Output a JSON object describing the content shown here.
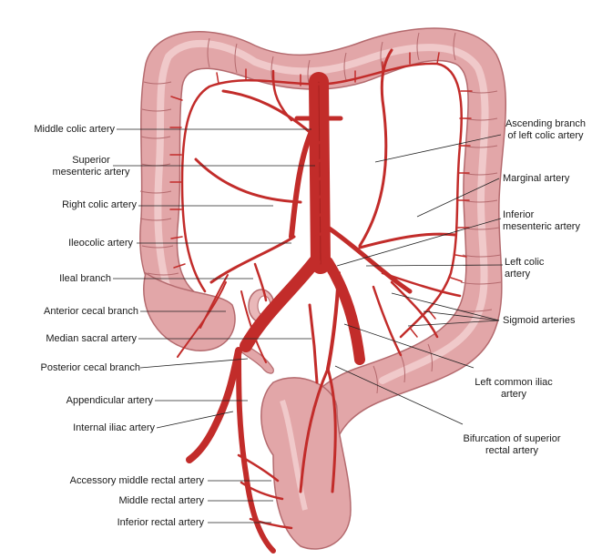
{
  "colors": {
    "colon_fill": "#e2a6a8",
    "colon_light": "#f0c9ca",
    "colon_outline": "#b46a6e",
    "artery": "#c22c2a",
    "artery_dark": "#8e1614",
    "leader_line": "#222222"
  },
  "labels_left": {
    "middle_colic": "Middle colic artery",
    "superior_mesenteric": "Superior\nmesenteric artery",
    "right_colic": "Right colic artery",
    "ileocolic": "Ileocolic artery",
    "ileal_branch": "Ileal branch",
    "anterior_cecal": "Anterior cecal branch",
    "median_sacral": "Median sacral artery",
    "posterior_cecal": "Posterior cecal branch",
    "appendicular": "Appendicular artery",
    "internal_iliac": "Internal iliac artery",
    "accessory_middle_rectal": "Accessory middle rectal artery",
    "middle_rectal": "Middle rectal artery",
    "inferior_rectal": "Inferior rectal artery"
  },
  "labels_right": {
    "ascending_left_colic": "Ascending branch\nof left colic artery",
    "marginal": "Marginal artery",
    "inferior_mesenteric": "Inferior\nmesenteric artery",
    "left_colic": "Left colic\nartery",
    "sigmoid": "Sigmoid arteries",
    "left_common_iliac": "Left common iliac\nartery",
    "bifurcation_superior_rectal": "Bifurcation of superior\nrectal artery"
  }
}
